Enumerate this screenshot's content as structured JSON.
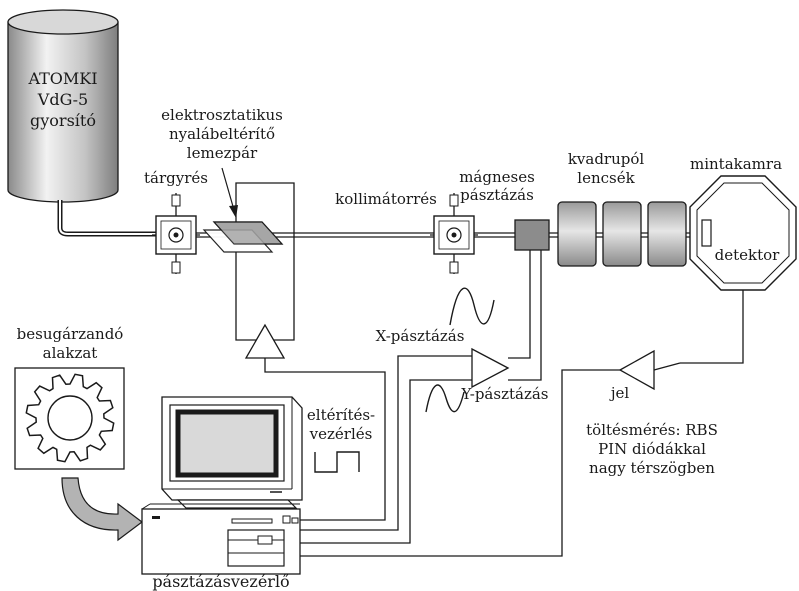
{
  "labels": {
    "accelerator_line1": "ATOMKI",
    "accelerator_line2": "VdG-5",
    "accelerator_line3": "gyorsító",
    "deflector_line1": "elektrosztatikus",
    "deflector_line2": "nyalábeltérítő",
    "deflector_line3": "lemezpár",
    "target_slit": "tárgyrés",
    "collimator_slit": "kollimátorrés",
    "magnetic_scan_line1": "mágneses",
    "magnetic_scan_line2": "pásztázás",
    "quadrupole_line1": "kvadrupól",
    "quadrupole_line2": "lencsék",
    "sample_chamber": "mintakamra",
    "detector": "detektor",
    "pattern_line1": "besugárzandó",
    "pattern_line2": "alakzat",
    "x_scan": "X-pásztázás",
    "y_scan": "Y-pásztázás",
    "signal": "jel",
    "deflection_control_line1": "eltérítés-",
    "deflection_control_line2": "vezérlés",
    "charge_line1": "töltésmérés: RBS",
    "charge_line2": "PIN diódákkal",
    "charge_line3": "nagy térszögben",
    "scan_controller": "pásztázásvezérlő"
  },
  "colors": {
    "ink": "#1a1a1a",
    "beamline_fill": "#cfcfcf",
    "magnet_fill": "#8c8c8c",
    "plate_fill": "#a6a6a6",
    "arrow_fill": "#b3b3b3",
    "screen_fill": "#d9d9d9"
  }
}
